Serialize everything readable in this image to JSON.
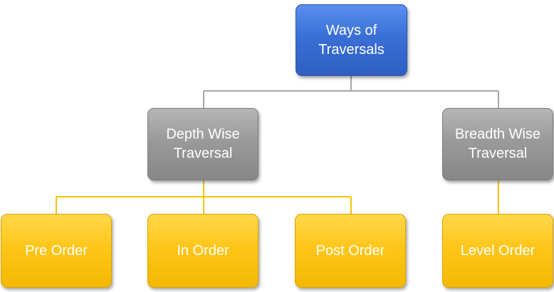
{
  "diagram": {
    "root": {
      "label": "Ways of\nTraversals"
    },
    "categories": [
      {
        "label": "Depth Wise\nTraversal"
      },
      {
        "label": "Breadth Wise\nTraversal"
      }
    ],
    "leaves": [
      {
        "label": "Pre Order"
      },
      {
        "label": "In Order"
      },
      {
        "label": "Post Order"
      },
      {
        "label": "Level Order"
      }
    ],
    "colors": {
      "root": "#3a6fd6",
      "category": "#9a9a9a",
      "leaf": "#ffc61a",
      "gray_connector": "#a6a6a6",
      "gold_connector": "#f5c400"
    }
  }
}
